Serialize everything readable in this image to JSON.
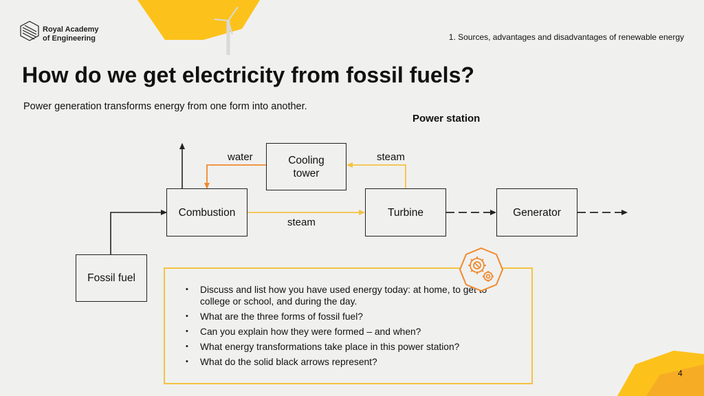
{
  "brand": {
    "name_line1": "Royal Academy",
    "name_line2": "of Engineering"
  },
  "header": {
    "topic": "1. Sources, advantages and disadvantages of renewable energy"
  },
  "slide": {
    "title": "How do we get electricity from fossil fuels?",
    "subtitle": "Power generation transforms energy from one form into another.",
    "page_number": "4"
  },
  "diagram": {
    "section_label": "Power station",
    "nodes": {
      "cooling_tower": "Cooling tower",
      "combustion": "Combustion",
      "turbine": "Turbine",
      "generator": "Generator",
      "fossil_fuel": "Fossil fuel"
    },
    "edge_labels": {
      "water": "water",
      "steam_top": "steam",
      "steam_bottom": "steam"
    },
    "colors": {
      "steam_arrow": "#f5c342",
      "water_arrow": "#f08a2c",
      "line": "#222222"
    }
  },
  "questions": {
    "items": [
      "Discuss and list how you have used energy today: at home, to get to college or school, and during the day.",
      "What are the three forms of fossil fuel?",
      "Can you explain how they were formed – and when?",
      "What energy transformations take place in this power station?",
      "What do the solid black arrows represent?"
    ],
    "icon": "gears-icon"
  },
  "theme": {
    "accent_yellow": "#fcc21b",
    "accent_orange": "#f39a2e",
    "background": "#f0f0ef"
  }
}
